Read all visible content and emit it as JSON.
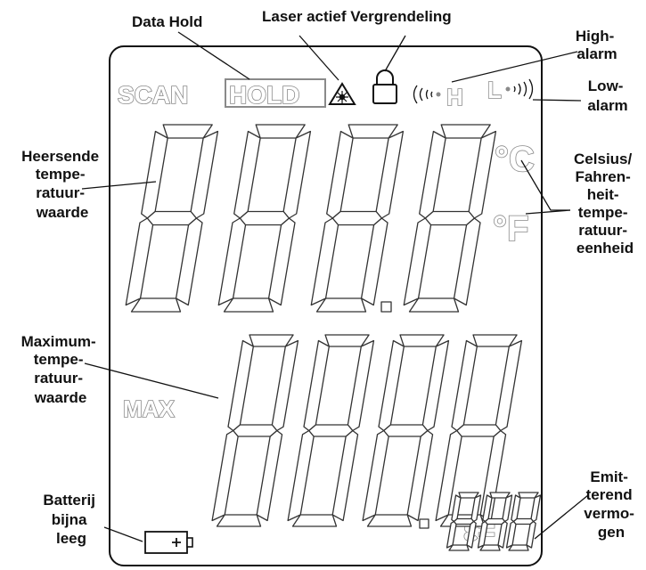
{
  "labels": {
    "data_hold": "Data Hold",
    "laser_lock": "Laser actief Vergrendeling",
    "high_alarm": [
      "High-",
      "alarm"
    ],
    "low_alarm": [
      "Low-",
      "alarm"
    ],
    "current_temp": [
      "Heersende",
      "tempe-",
      "ratuur-",
      "waarde"
    ],
    "unit": [
      "Celsius/",
      "Fahren-",
      "heit-",
      "tempe-",
      "ratuur-",
      "eenheid"
    ],
    "max_temp": [
      "Maximum-",
      "tempe-",
      "ratuur-",
      "waarde"
    ],
    "battery": [
      "Batterij",
      "bijna",
      "leeg"
    ],
    "emissivity": [
      "Emit-",
      "terend",
      "vermo-",
      "gen"
    ]
  },
  "display": {
    "scan": "SCAN",
    "hold": "HOLD",
    "high_alarm_letter": "H",
    "low_alarm_letter": "L",
    "celsius": "°C",
    "fahrenheit": "°F",
    "max": "MAX",
    "emissivity_symbol": "ε="
  },
  "colors": {
    "lcd_segment": "#8a8a8a",
    "outline": "#111111"
  }
}
